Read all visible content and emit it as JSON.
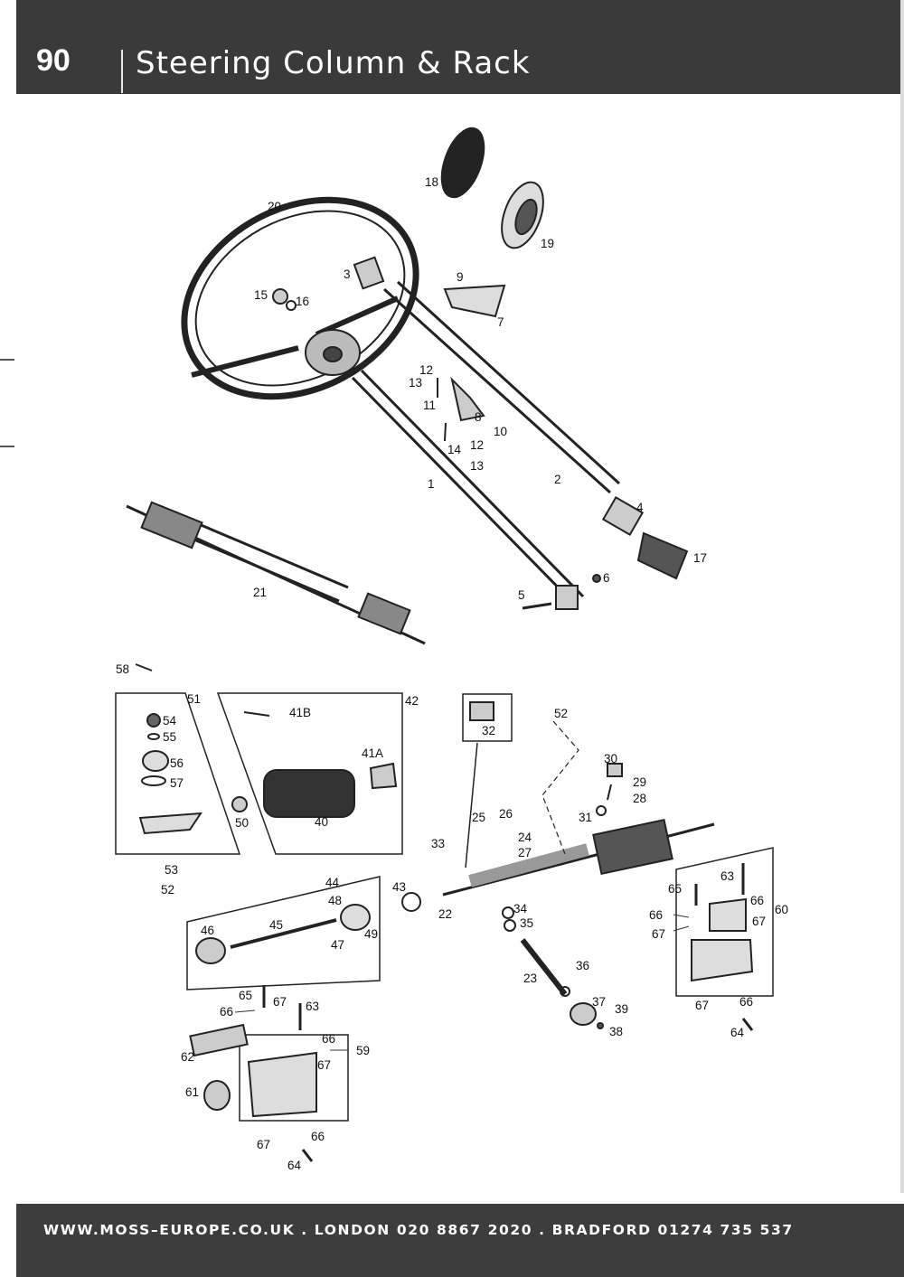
{
  "header": {
    "page_number": "90",
    "title": "Steering Column & Rack"
  },
  "footer": {
    "text": "WWW.MOSS–EUROPE.CO.UK . LONDON 020 8867 2020 . BRADFORD 01274 735 537"
  },
  "diagram": {
    "labels": [
      "1",
      "2",
      "3",
      "4",
      "5",
      "6",
      "7",
      "8",
      "9",
      "10",
      "11",
      "12",
      "12",
      "13",
      "13",
      "14",
      "15",
      "16",
      "17",
      "18",
      "19",
      "20",
      "21",
      "58",
      "51",
      "54",
      "55",
      "56",
      "57",
      "50",
      "53",
      "52",
      "42",
      "41B",
      "41A",
      "40",
      "32",
      "52",
      "30",
      "29",
      "28",
      "31",
      "25",
      "26",
      "24",
      "27",
      "33",
      "43",
      "22",
      "34",
      "35",
      "23",
      "36",
      "37",
      "39",
      "38",
      "44",
      "48",
      "45",
      "46",
      "47",
      "49",
      "65",
      "63",
      "66",
      "67",
      "60",
      "66",
      "67",
      "67",
      "66",
      "64",
      "65",
      "67",
      "63",
      "66",
      "62",
      "66",
      "67",
      "59",
      "61",
      "67",
      "66",
      "64"
    ]
  }
}
